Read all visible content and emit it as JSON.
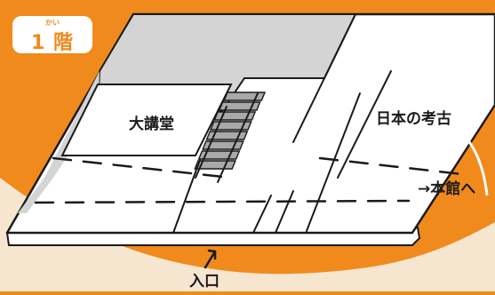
{
  "floor_badge": {
    "number": "1",
    "kanji": "階",
    "ruby": "かい"
  },
  "rooms": {
    "lecture_hall": "大講堂",
    "japanese_archaeology": "日本の考古"
  },
  "directions": {
    "main_building": "→本館へ",
    "entrance": "入口"
  },
  "colors": {
    "background": "#f08a1c",
    "floor_white": "#ffffff",
    "shaded_area": "#d4d4d4",
    "stairs": "#a9a9a9",
    "line": "#1a1a1a"
  }
}
